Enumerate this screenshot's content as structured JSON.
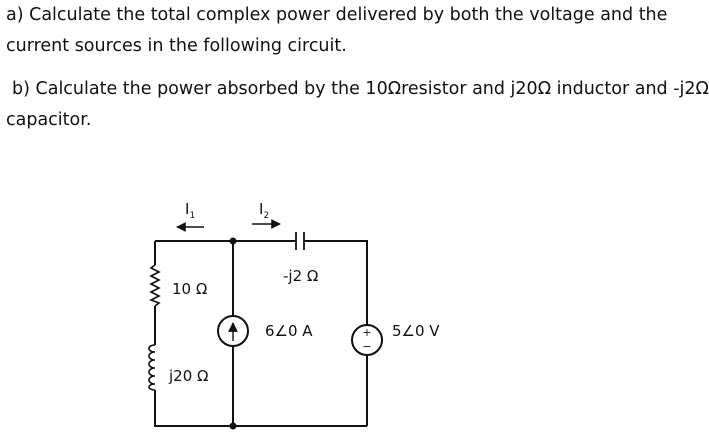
{
  "question_a": {
    "line1": "a) Calculate the total complex power delivered by both the voltage and the",
    "line2": "current sources in the following circuit."
  },
  "question_b": {
    "line1": "b) Calculate the power absorbed by the 10Ωresistor and j20Ω inductor and -j2Ω",
    "line2": "capacitor."
  },
  "circuit": {
    "current_I1": {
      "symbol": "I",
      "subscript": "1"
    },
    "current_I2": {
      "symbol": "I",
      "subscript": "2"
    },
    "resistor_label": "10 Ω",
    "inductor_label": "j20 Ω",
    "capacitor_label": "-j2 Ω",
    "current_source_label": "6∠0 A",
    "voltage_source_label": "5∠0 V",
    "voltage_source_plus": "+",
    "voltage_source_minus": "−"
  }
}
